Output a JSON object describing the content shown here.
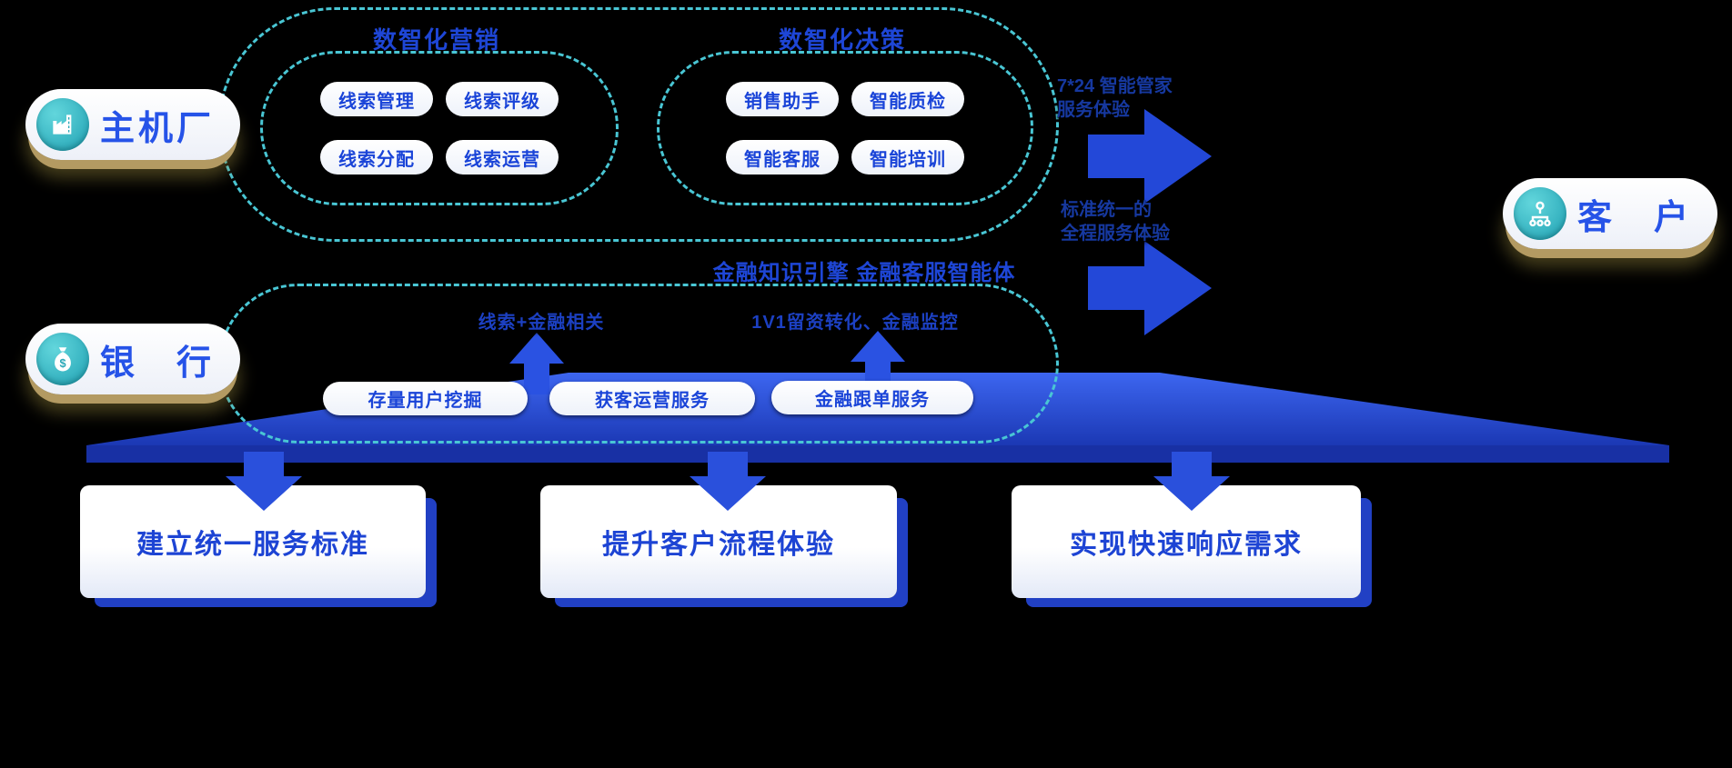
{
  "colors": {
    "background": "#000000",
    "accent_blue": "#2348d8",
    "platform_blue_top": "#3d66f0",
    "platform_blue_bottom": "#1b38b4",
    "teal_dash": "#49c6d4",
    "tan_shadow": "#b39a62",
    "text_blue": "#1d44d4"
  },
  "entities": {
    "oem": {
      "label": "主机厂",
      "icon": "factory-icon"
    },
    "bank": {
      "label": "银　行",
      "icon": "money-bag-icon"
    },
    "customer": {
      "label": "客　户",
      "icon": "org-icon"
    }
  },
  "top_section": {
    "marketing": {
      "title": "数智化营销",
      "pills": [
        "线索管理",
        "线索评级",
        "线索分配",
        "线索运营"
      ]
    },
    "decision": {
      "title": "数智化决策",
      "pills": [
        "销售助手",
        "智能质检",
        "智能客服",
        "智能培训"
      ]
    }
  },
  "right_arrows": {
    "arrow1": {
      "line1": "7*24 智能管家",
      "line2": "服务体验"
    },
    "arrow2": {
      "line1": "标准统一的",
      "line2": "全程服务体验"
    }
  },
  "middle": {
    "engine_text": "金融知识引擎  金融客服智能体"
  },
  "bank_section": {
    "note_left": "线索+金融相关",
    "note_right": "1V1留资转化、金融监控",
    "pills": [
      "存量用户挖掘",
      "获客运营服务",
      "金融跟单服务"
    ]
  },
  "bottom_cards": [
    "建立统一服务标准",
    "提升客户流程体验",
    "实现快速响应需求"
  ]
}
